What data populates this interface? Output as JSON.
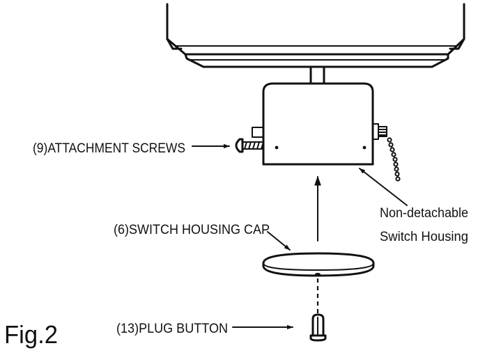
{
  "labels": {
    "attachment_screws": "(9)ATTACHMENT SCREWS",
    "switch_housing_cap": "(6)SWITCH HOUSING CAP",
    "plug_button": "(13)PLUG BUTTON",
    "non_detachable_line1": "Non-detachable",
    "non_detachable_line2": "Switch Housing"
  },
  "figure_label": "Fig.2",
  "colors": {
    "ink": "#111111",
    "background": "#ffffff"
  }
}
